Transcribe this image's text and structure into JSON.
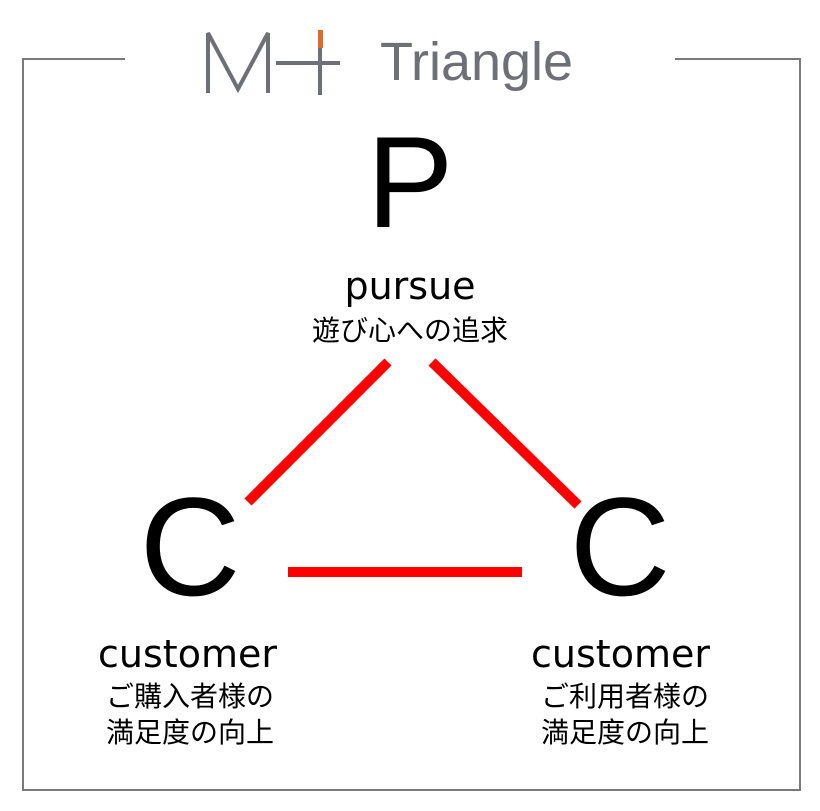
{
  "logo": {
    "mark": "M+",
    "title": "Triangle",
    "accent": "#e06a2a",
    "color": "#6e7077"
  },
  "line_color": "#ff0000",
  "top": {
    "letter": "P",
    "word": "pursue",
    "desc": "遊び心への追求"
  },
  "left": {
    "letter": "C",
    "word": "customer",
    "desc": [
      "ご購入者様の",
      "満足度の向上"
    ]
  },
  "right": {
    "letter": "C",
    "word": "customer",
    "desc": [
      "ご利用者様の",
      "満足度の向上"
    ]
  }
}
